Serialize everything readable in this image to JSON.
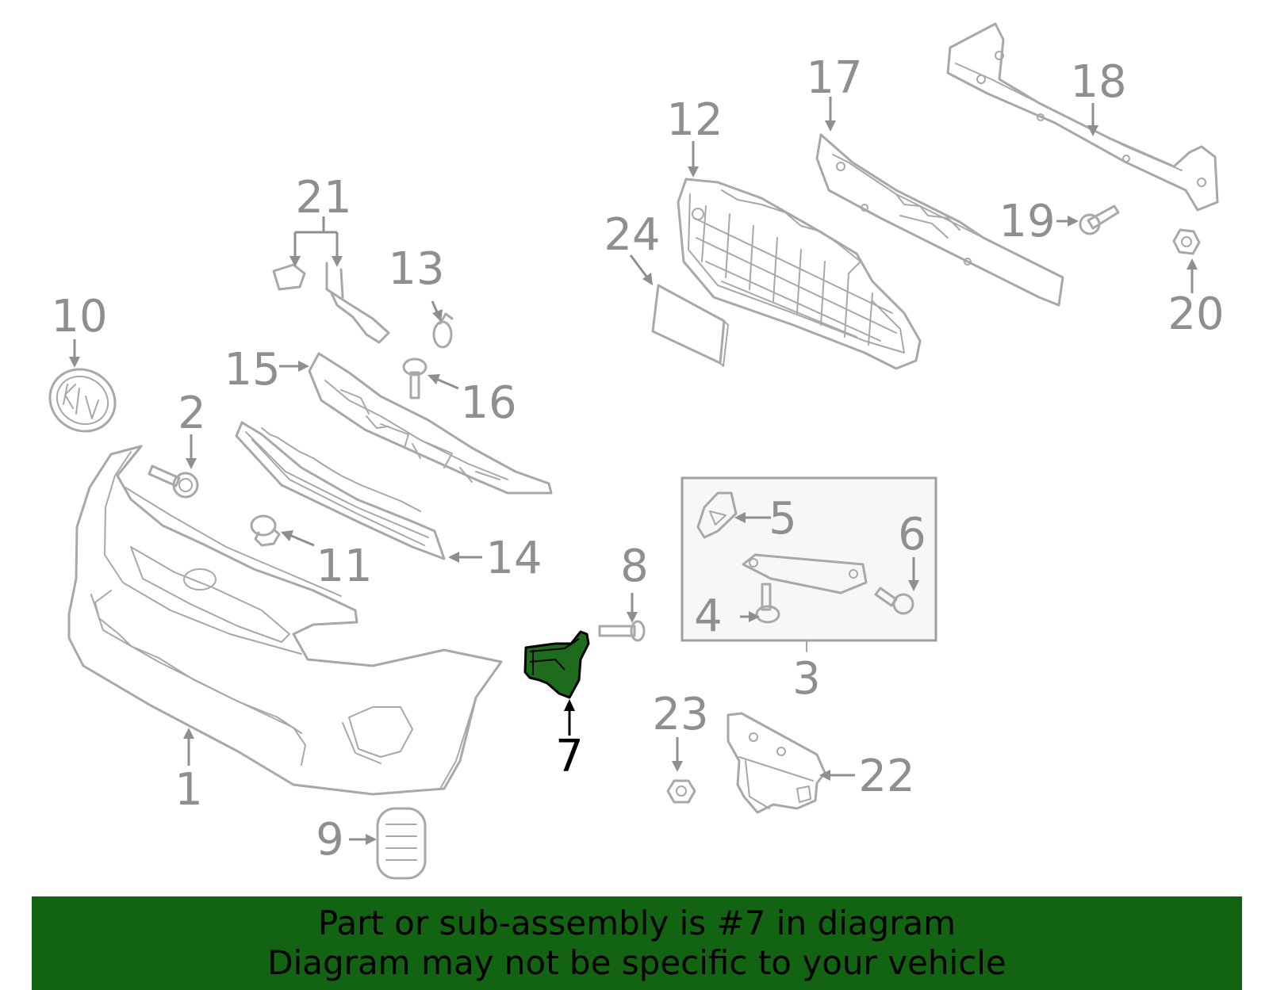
{
  "diagram": {
    "highlight": {
      "part": "7",
      "fill_color": "#1e6b1e"
    },
    "callouts": [
      "1",
      "2",
      "3",
      "4",
      "5",
      "6",
      "7",
      "8",
      "9",
      "10",
      "11",
      "12",
      "13",
      "14",
      "15",
      "16",
      "17",
      "18",
      "19",
      "20",
      "21",
      "22",
      "23",
      "24"
    ]
  },
  "banner": {
    "line1": "Part or sub-assembly is #7 in diagram",
    "line2": "Diagram may not be specific to your vehicle",
    "background": "#126312"
  }
}
